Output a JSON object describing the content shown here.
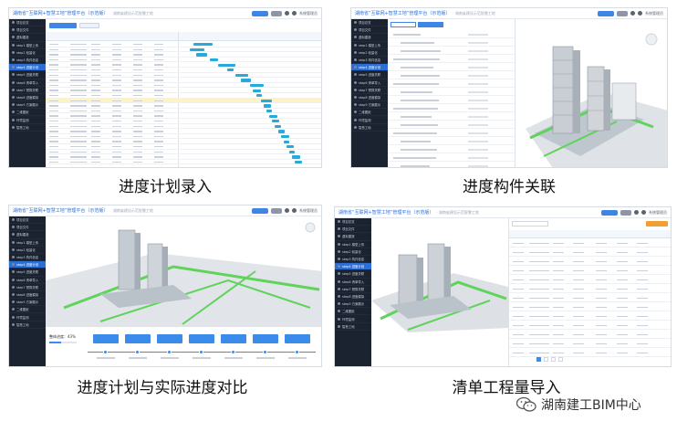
{
  "app": {
    "title": "湖南省“互联网+智慧工地”管理平台（示范版）",
    "breadcrumb": "· 湖南省建设示范智慧工地",
    "user": "系统管理员"
  },
  "captions": {
    "p1": "进度计划录入",
    "p2": "进度构件关联",
    "p3": "进度计划与实际进度对比",
    "p4": "清单工程量导入"
  },
  "watermark": {
    "text": "湖南建工BIM中心"
  },
  "sidebar": {
    "items": [
      {
        "label": "项目总览"
      },
      {
        "label": "项目文件"
      },
      {
        "label": "虚拟建造"
      },
      {
        "label": "step1 模型上传"
      },
      {
        "label": "step2 轻量化"
      },
      {
        "label": "step3 构件信息"
      },
      {
        "label": "step4 进度计划"
      },
      {
        "label": "step5 进度关联"
      },
      {
        "label": "step6 清单导入"
      },
      {
        "label": "step7 预算关联"
      },
      {
        "label": "step8 进度模拟"
      },
      {
        "label": "step9 方案展示"
      },
      {
        "label": "二维图纸"
      },
      {
        "label": "环境监测"
      },
      {
        "label": "智慧工地"
      }
    ]
  },
  "panel3": {
    "progress_label": "整体进度：43%",
    "progress_value": 0.43
  },
  "colors": {
    "accent": "#2b6fd6",
    "sidebar": "#1b2230",
    "gantt_bar": "#27a9d9",
    "highlight": "#fdf3c5",
    "green_road": "#5fd35b"
  }
}
